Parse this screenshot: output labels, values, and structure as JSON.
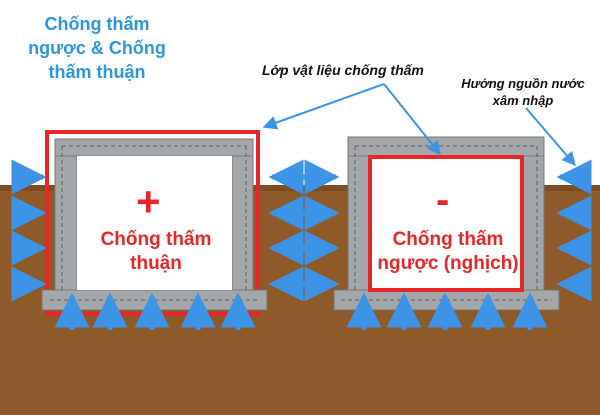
{
  "title_line1": "Chống thấm",
  "title_line2": "ngược & Chống",
  "title_line3": "thấm thuận",
  "label_layer": "Lớp vật liệu chống thấm",
  "label_water_line1": "Hướng nguồn nước",
  "label_water_line2": "xâm nhập",
  "left_box": {
    "sign": "+",
    "line1": "Chống thấm",
    "line2": "thuận"
  },
  "right_box": {
    "sign": "-",
    "line1": "Chống thấm",
    "line2": "ngược (nghịch)"
  },
  "colors": {
    "title": "#2c97de",
    "soil": "#8e5a2a",
    "waterproof_layer": "#e8262a",
    "concrete": "#a4a7aa",
    "arrow": "#3d93e6"
  }
}
